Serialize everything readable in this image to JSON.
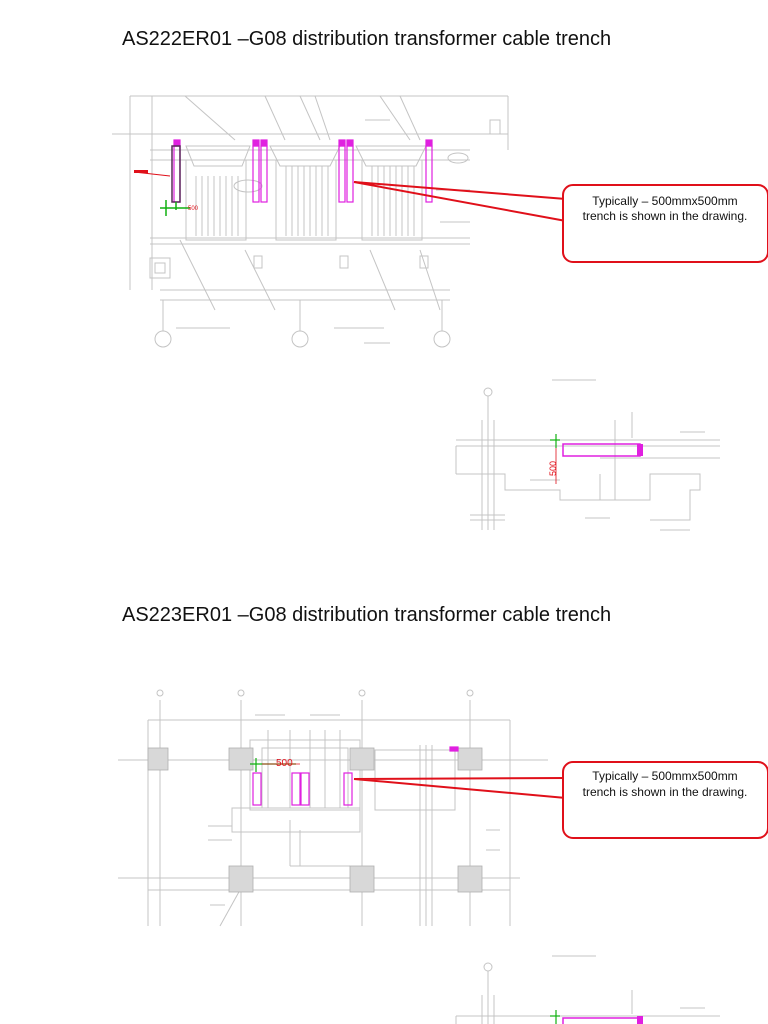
{
  "section1": {
    "title": "AS222ER01 –G08 distribution transformer cable trench",
    "callout": {
      "line1": "Typically – 500mmx500mm",
      "line2": "trench is shown in the drawing."
    },
    "dim_plan": "500",
    "dim_section": "500"
  },
  "section2": {
    "title": "AS223ER01 –G08 distribution transformer cable trench",
    "callout": {
      "line1": "Typically – 500mmx500mm",
      "line2": "trench is shown in the drawing."
    },
    "dim_plan": "500"
  },
  "colors": {
    "callout_red": "#e0101a",
    "trench_magenta": "#e020e0",
    "drawing_gray": "#c4c4c4",
    "dim_green": "#10b010"
  }
}
